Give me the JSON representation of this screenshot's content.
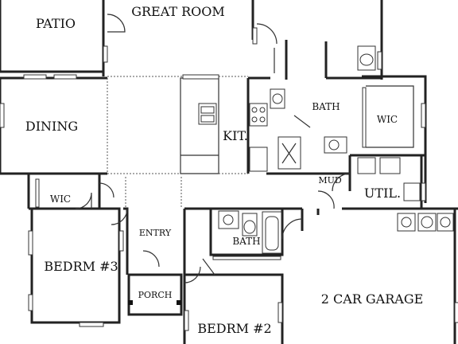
{
  "rooms": {
    "patio": "PATIO",
    "great_room": "GREAT ROOM",
    "dining": "DINING",
    "kit": "KIT.",
    "bath_master": "BATH",
    "wic_master": "WIC",
    "mud": "MUD",
    "util": "UTIL.",
    "wic_small": "WIC",
    "entry": "ENTRY",
    "bedrm3": "BEDRM #3",
    "bath_hall": "BATH",
    "porch": "PORCH",
    "garage": "2 CAR GARAGE",
    "bedrm2": "BEDRM #2"
  }
}
